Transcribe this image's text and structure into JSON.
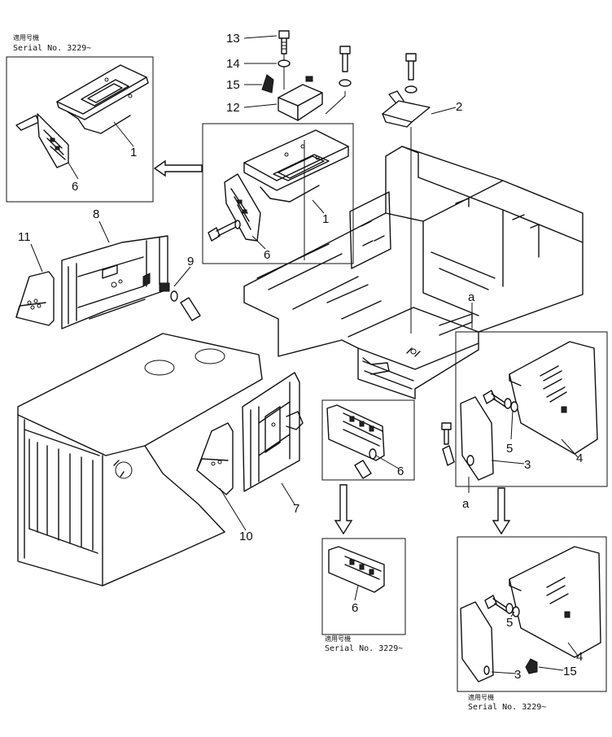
{
  "serial_notes": [
    {
      "id": "top-left",
      "jp": "適用号機",
      "serial": "Serial  No.  3229~"
    },
    {
      "id": "bottom-center",
      "jp": "適用号機",
      "serial": "Serial  No.  3229~"
    },
    {
      "id": "bottom-right",
      "jp": "適用号機",
      "serial": "Serial  No.  3229~"
    }
  ],
  "callouts": {
    "c13": "13",
    "c14": "14",
    "c15a": "15",
    "c12": "12",
    "c2": "2",
    "c1a": "1",
    "c6a": "6",
    "c1b": "1",
    "c6b": "6",
    "c8": "8",
    "c11": "11",
    "c9": "9",
    "ca1": "a",
    "ca2": "a",
    "c5a": "5",
    "c4a": "4",
    "c3a": "3",
    "c6c": "6",
    "c7": "7",
    "c10": "10",
    "c6d": "6",
    "c5b": "5",
    "c4b": "4",
    "c3b": "3",
    "c15b": "15"
  }
}
